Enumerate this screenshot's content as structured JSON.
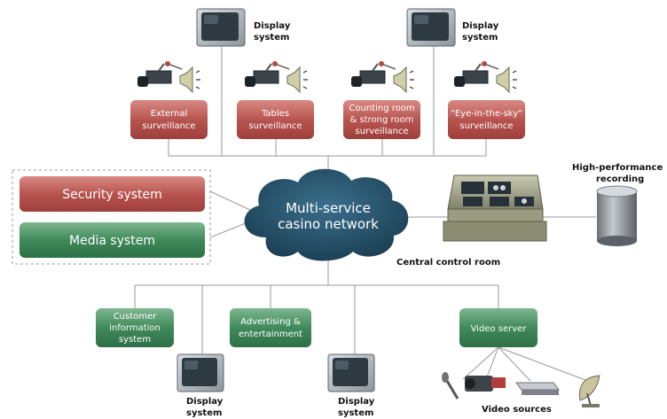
{
  "center": {
    "line1": "Multi-service",
    "line2": "casino network"
  },
  "surveillance": [
    {
      "line1": "External",
      "line2": "surveillance",
      "line3": ""
    },
    {
      "line1": "Tables",
      "line2": "surveillance",
      "line3": ""
    },
    {
      "line1": "Counting room",
      "line2": "& strong room",
      "line3": "surveillance"
    },
    {
      "line1": "\"Eye-in-the-sky\"",
      "line2": "surveillance",
      "line3": ""
    }
  ],
  "display_top_left": {
    "line1": "Display",
    "line2": "system"
  },
  "display_top_right": {
    "line1": "Display",
    "line2": "system"
  },
  "display_bottom_left": {
    "line1": "Display",
    "line2": "system"
  },
  "display_bottom_right": {
    "line1": "Display",
    "line2": "system"
  },
  "security_system": "Security system",
  "media_system": "Media system",
  "central_control_room": "Central control room",
  "recording": {
    "line1": "High-performance",
    "line2": "recording"
  },
  "customer_info": {
    "line1": "Customer",
    "line2": "information",
    "line3": "system"
  },
  "advertising": {
    "line1": "Advertising &",
    "line2": "entertainment"
  },
  "video_server": "Video server",
  "video_sources": "Video sources",
  "colors": {
    "red_box": "#b85450",
    "green_box": "#3f8a5a",
    "cloud": "#1f4b63"
  },
  "icons": [
    "crt-monitor-icon",
    "security-camera-icon",
    "microphone-icon",
    "speaker-icon",
    "database-cylinder-icon",
    "control-console-icon",
    "camcorder-icon",
    "dvd-player-icon",
    "satellite-dish-icon"
  ]
}
